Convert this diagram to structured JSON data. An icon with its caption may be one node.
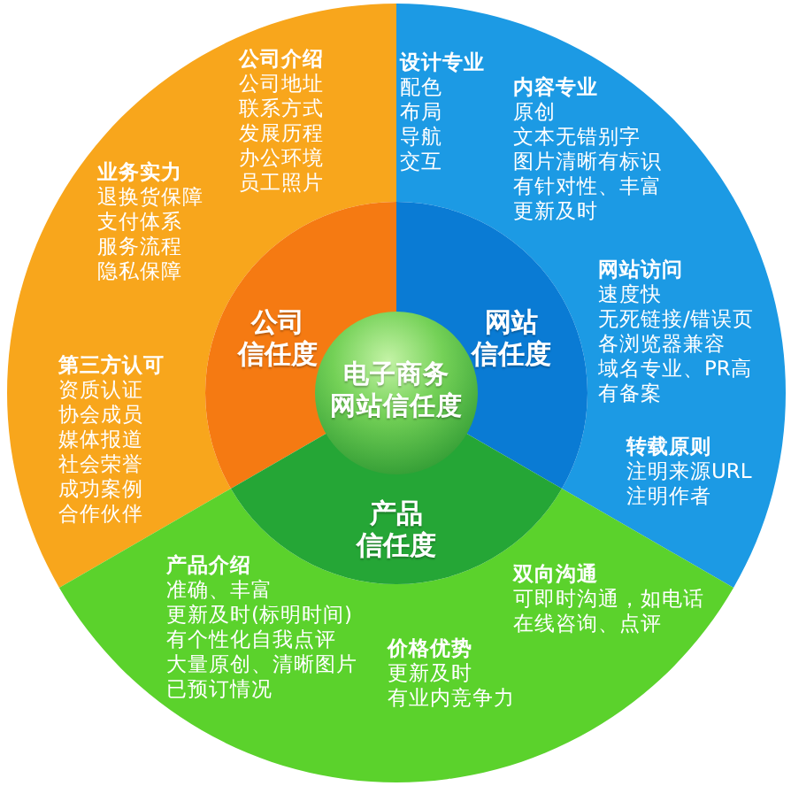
{
  "diagram": {
    "nodes": [
      {
        "text": [
          "公司介绍",
          "公司地址",
          "联系方式",
          "发展历程",
          "办公环境",
          "员工照片",
          "业务实力",
          "退换货保障",
          "支付体系",
          "服务流程",
          "隐私保障",
          "第三方认可",
          "资质认证",
          "协会成员",
          "媒体报道",
          "社会荣誉",
          "成功案例",
          "合作伙伴"
        ]
      },
      {
        "text": [
          "设计专业",
          "配色",
          "布局",
          "导航",
          "交互",
          "内容专业",
          "原创",
          "文本无错别字",
          "图片清晰有标识",
          "有针对性、丰富",
          "更新及时",
          "网站访问",
          "速度快",
          "无死链接/错误页",
          "各浏览器兼容",
          "域名专业、PR高",
          "有备案",
          "转载原则",
          "注明来源URL",
          "注明作者"
        ]
      },
      {
        "text": [
          "公司信任度"
        ]
      },
      {
        "text": [
          "网站信任度"
        ]
      },
      {
        "text": [
          "电子商务网站信任度"
        ]
      },
      {
        "text": [
          "产品信任度"
        ]
      },
      {
        "text": [
          "产品介绍",
          "准确、丰富",
          "更新及时(标明时间)",
          "有个性化自我点评",
          "大量原创、清晰图片",
          "已预订情况",
          "双向沟通",
          "可即时沟通，如电话在线咨询、点评",
          "价格优势",
          "更新及时",
          "有业内竞争力"
        ]
      }
    ]
  }
}
